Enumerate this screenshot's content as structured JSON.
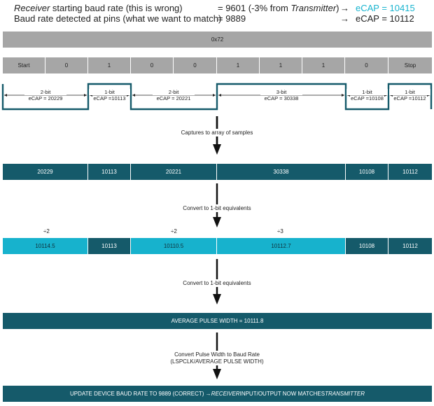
{
  "header": {
    "line1": {
      "prefix_italic": "Receiver",
      "rest": " starting baud rate (this is wrong)",
      "value_pre": "= 9601 (-3% from ",
      "value_italic": "Transmitter",
      "value_post": ")",
      "arrow": "→",
      "ecap": "eCAP = 10415"
    },
    "line2": {
      "text": "Baud rate detected at pins (what we want to match)",
      "value": "= 9889",
      "arrow": "→",
      "ecap": "eCAP = 10112"
    }
  },
  "byte_bar": "0x72",
  "bits": [
    "Start",
    "0",
    "1",
    "0",
    "0",
    "1",
    "1",
    "1",
    "0",
    "Stop"
  ],
  "pulses": [
    {
      "width": "2-bit",
      "ecap": "eCAP = 20229"
    },
    {
      "width": "1-bit",
      "ecap": "eCAP =10113"
    },
    {
      "width": "2-bit",
      "ecap": "eCAP = 20221"
    },
    {
      "width": "3-bit",
      "ecap": "eCAP = 30338"
    },
    {
      "width": "1-bit",
      "ecap": "eCAP =10108"
    },
    {
      "width": "1-bit",
      "ecap": "eCAP =10112"
    }
  ],
  "steps": {
    "capture": "Captures to array of samples",
    "convert1": "Convert to 1-bit equivalents",
    "convert2": "Convert to 1-bit equivalents",
    "baud_line1": "Convert Pulse Width to Baud Rate",
    "baud_line2": "(LSPCLK/AVERAGE PULSE WIDTH)"
  },
  "samples": [
    "20229",
    "10113",
    "20221",
    "30338",
    "10108",
    "10112"
  ],
  "divisors": [
    "÷2",
    "÷2",
    "÷3"
  ],
  "equivalents": [
    "10114.5",
    "10113",
    "10110.5",
    "10112.7",
    "10108",
    "10112"
  ],
  "average_bar": "AVERAGE PULSE WIDTH = 10111.8",
  "final_bar": {
    "pre": "UPDATE DEVICE BAUD RATE TO 9889 (CORRECT) → ",
    "italic1": "RECEIVER",
    "mid": " INPUT/OUTPUT NOW MATCHES ",
    "italic2": "TRANSMITTER"
  },
  "colors": {
    "dark": "#155a6a",
    "cyan": "#17b2cd",
    "gray": "#a6a6a6"
  }
}
